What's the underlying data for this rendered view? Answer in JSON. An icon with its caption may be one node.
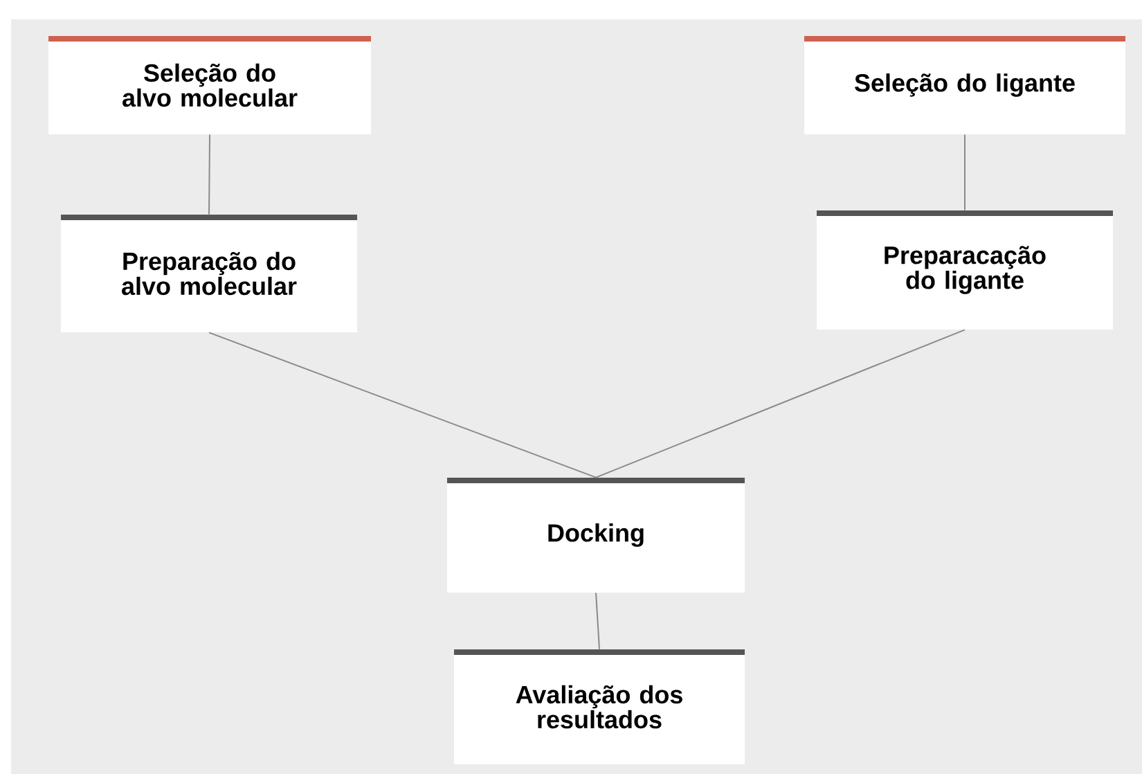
{
  "diagram": {
    "nodes": [
      {
        "text": [
          "Seleção do alvo molecular"
        ]
      },
      {
        "text": [
          "Preparação do alvo molecular"
        ]
      },
      {
        "text": [
          "Seleção do ligante"
        ]
      },
      {
        "text": [
          "Preparacação do ligante"
        ]
      },
      {
        "text": [
          "Docking"
        ]
      },
      {
        "text": [
          "Avaliação dos resultados"
        ]
      }
    ],
    "edges": [
      {
        "from": 0,
        "to": 1,
        "arrow": "none"
      },
      {
        "from": 2,
        "to": 3,
        "arrow": "none"
      },
      {
        "from": 1,
        "to": 4,
        "arrow": "none"
      },
      {
        "from": 3,
        "to": 4,
        "arrow": "none"
      },
      {
        "from": 4,
        "to": 5,
        "arrow": "none"
      }
    ]
  }
}
